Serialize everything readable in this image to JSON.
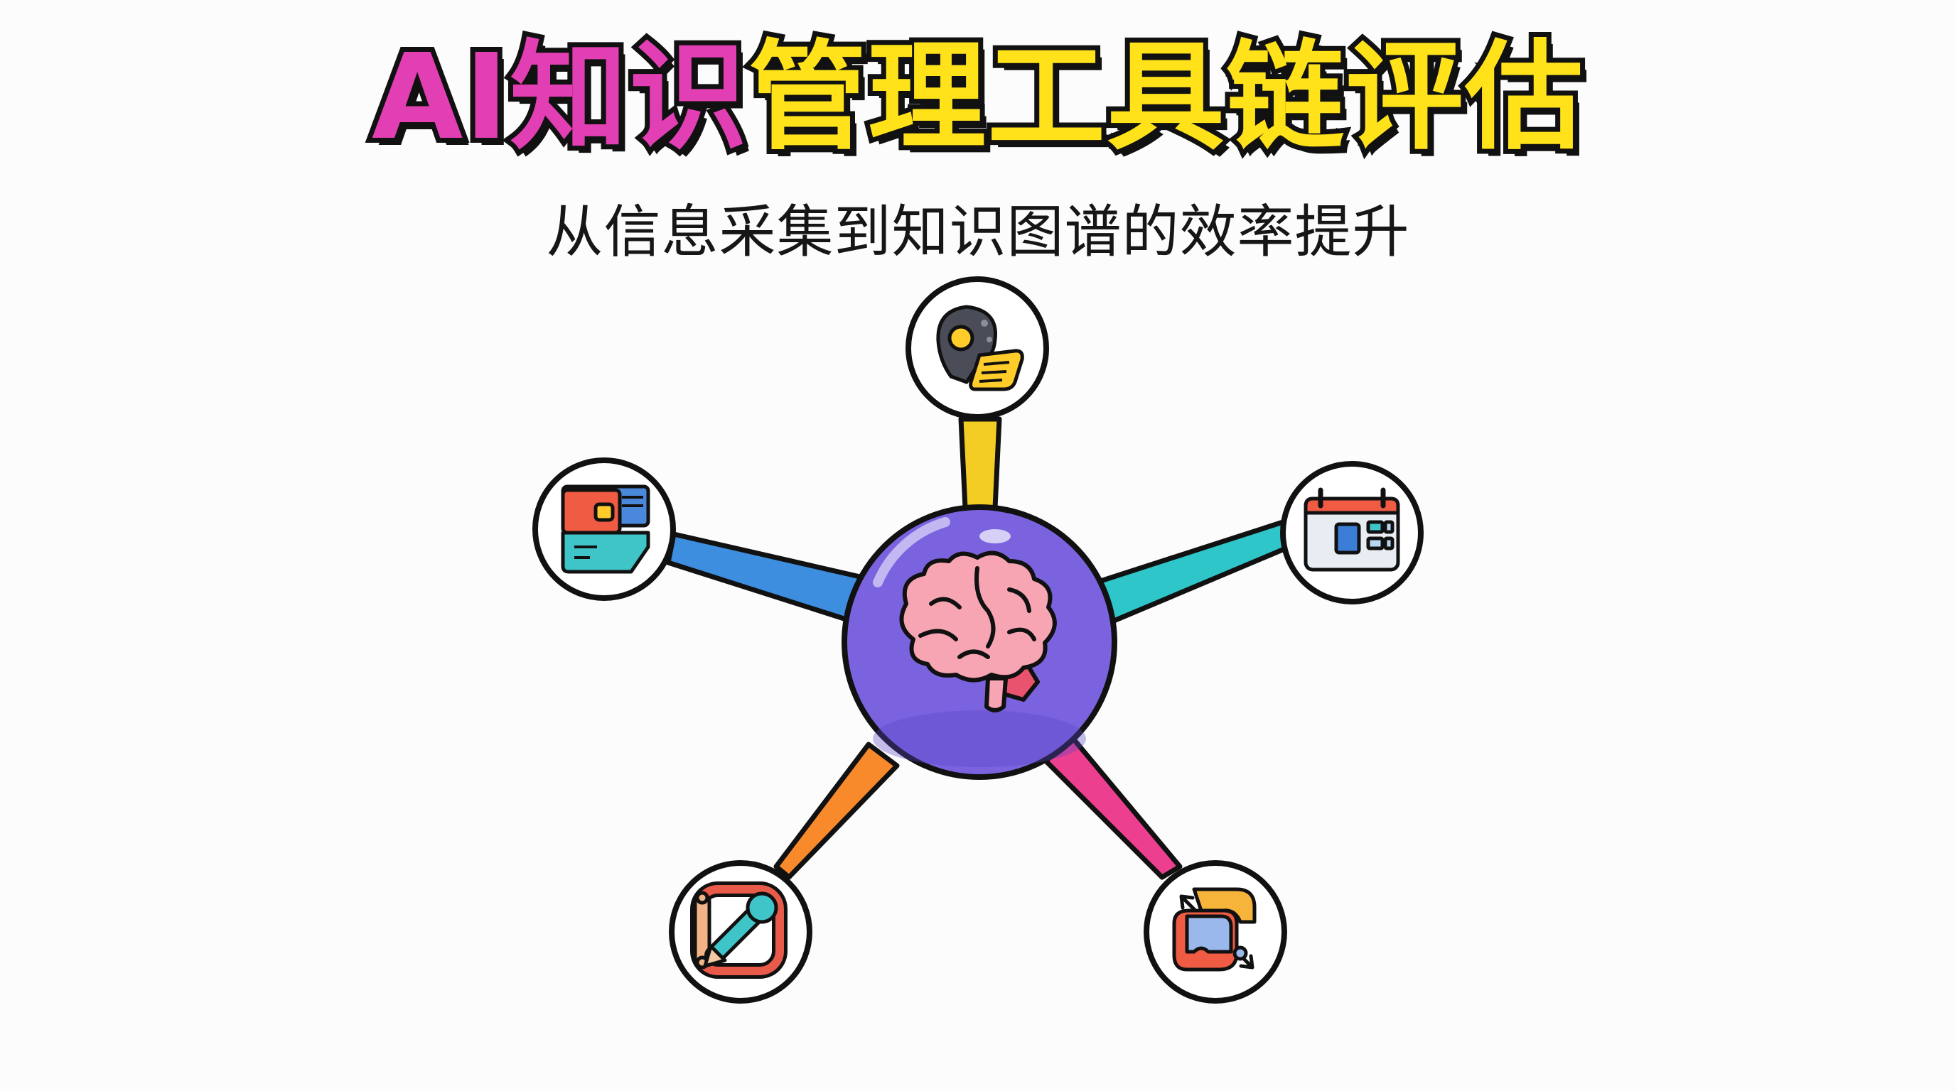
{
  "title": {
    "part1": "AI知识",
    "part2": "管理工具链评估"
  },
  "subtitle": "从信息采集到知识图谱的效率提升",
  "colors": {
    "title_pink": "#e23fb4",
    "title_yellow": "#ffe21a",
    "hub": "#7b63df",
    "spoke_top": "#f3cd23",
    "spoke_right": "#2fc6c9",
    "spoke_left": "#3e8ee0",
    "spoke_bottom_left": "#f98a2c",
    "spoke_bottom_right": "#ec3f8f"
  },
  "hub": {
    "icon": "brain-icon"
  },
  "nodes": [
    {
      "id": "top",
      "icon": "lightbulb-document-icon"
    },
    {
      "id": "right",
      "icon": "calendar-icon"
    },
    {
      "id": "bottom-right",
      "icon": "puzzle-arrows-icon"
    },
    {
      "id": "bottom-left",
      "icon": "pen-drawing-icon"
    },
    {
      "id": "left",
      "icon": "book-clipboard-icon"
    }
  ]
}
